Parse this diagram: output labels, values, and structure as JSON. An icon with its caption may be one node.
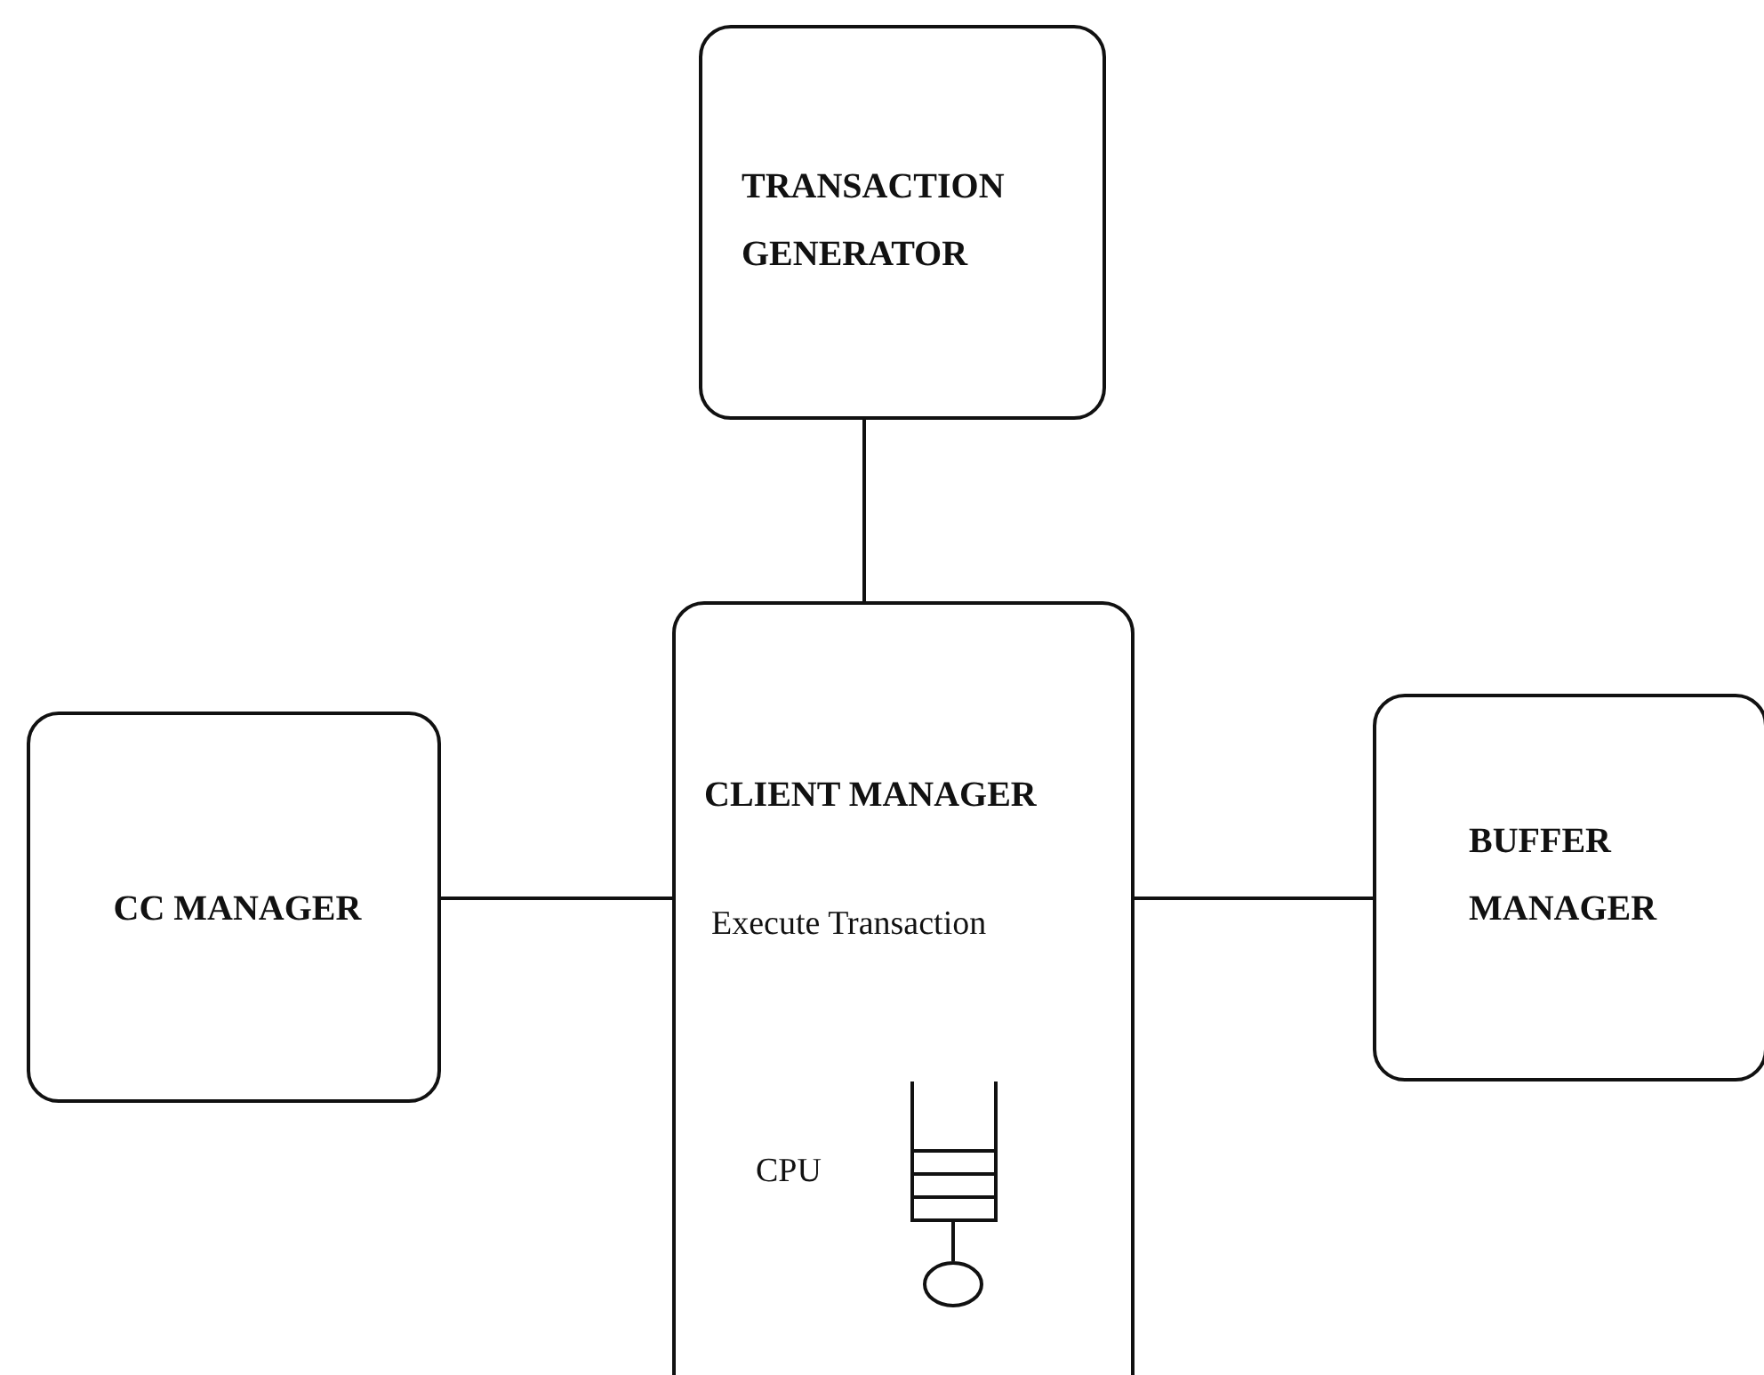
{
  "diagram": {
    "nodes": [
      {
        "text": [
          "TRANSACTION GENERATOR"
        ]
      },
      {
        "text": [
          "CLIENT MANAGER",
          "Execute Transaction",
          "CPU"
        ]
      },
      {
        "text": [
          "CC MANAGER"
        ]
      },
      {
        "text": [
          "BUFFER MANAGER"
        ]
      }
    ],
    "edges": [
      {
        "from": 0,
        "to": 1,
        "arrow": "none"
      },
      {
        "from": 2,
        "to": 1,
        "arrow": "none"
      },
      {
        "from": 1,
        "to": 3,
        "arrow": "none"
      }
    ]
  }
}
